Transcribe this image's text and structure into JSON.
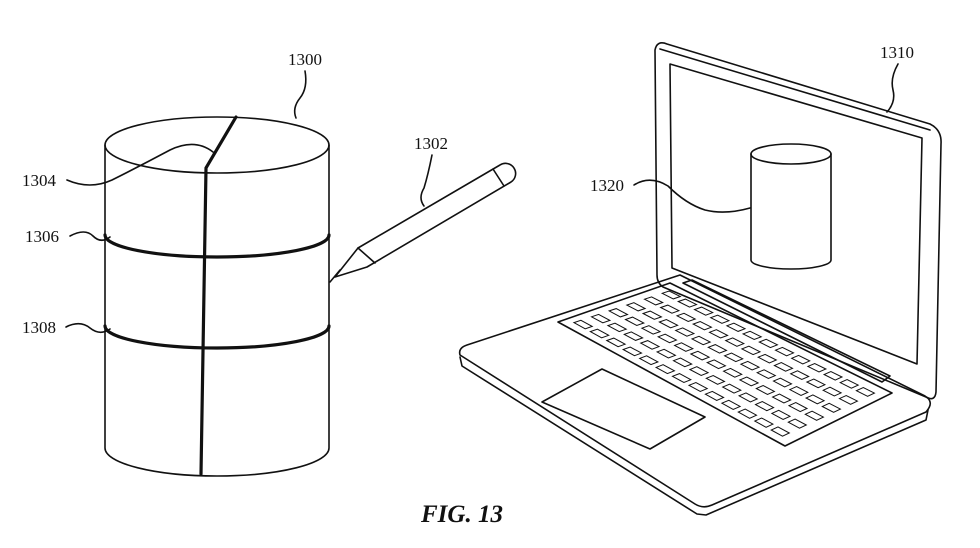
{
  "figure": {
    "caption": "FIG. 13"
  },
  "labels": {
    "object": "1300",
    "stylus": "1302",
    "top_segment": "1304",
    "middle_segment": "1306",
    "bottom_segment": "1308",
    "computer": "1310",
    "virtual_model": "1320"
  },
  "colors": {
    "line": "#111111",
    "background": "#ffffff"
  }
}
